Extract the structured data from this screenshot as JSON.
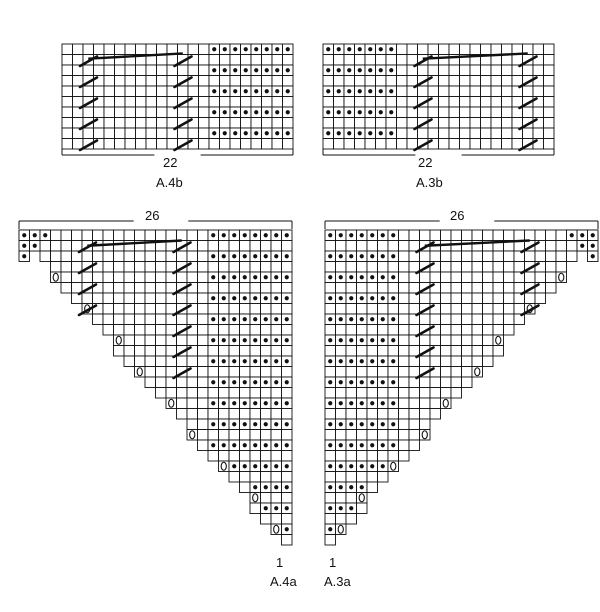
{
  "diagrams": [
    {
      "id": "a4b",
      "width_label": "22",
      "name_label": "A.4b"
    },
    {
      "id": "a3b",
      "width_label": "22",
      "name_label": "A.3b"
    },
    {
      "id": "a4a",
      "width_label": "26",
      "row_label": "1",
      "name_label": "A.4a"
    },
    {
      "id": "a3a",
      "width_label": "26",
      "row_label": "1",
      "name_label": "A.3a"
    }
  ],
  "stitch_symbols": [
    "knit-square",
    "purl-dot",
    "yarn-over-oval",
    "cable-slash",
    "cable-crossing-line"
  ]
}
